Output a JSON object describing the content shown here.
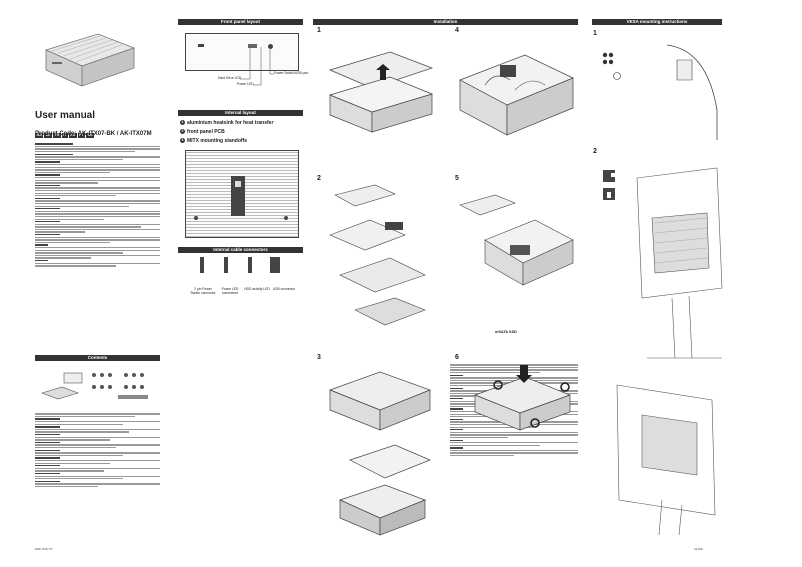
{
  "manual": {
    "title": "User manual",
    "languages": [
      "GB",
      "DE",
      "FR",
      "IT",
      "ES",
      "PT",
      "CN"
    ],
    "product_code": "Product Code: AK-ITX07-BK / AK-ITX07M"
  },
  "sections": {
    "front_panel": "Front panel layout",
    "internal": "Internal layout",
    "cable": "Internal cable connectors",
    "contents": "Contents",
    "installation": "Installation",
    "vesa": "VESA mounting instructions"
  },
  "front_panel_labels": {
    "hdd": "Hard Drive LED",
    "power_led": "Power LED",
    "power_switch": "Power Switch/USB port"
  },
  "internal_items": [
    {
      "num": "1",
      "text": "aluminium heatsink for heat transfer"
    },
    {
      "num": "2",
      "text": "front panel PCB"
    },
    {
      "num": "3",
      "text": "MITX mounting standoffs"
    }
  ],
  "cable_labels": [
    "2 pin Power Switch connector",
    "Power LED connectors",
    "HDD activity LED",
    "USB connector"
  ],
  "install_steps": [
    "1",
    "2",
    "3",
    "4",
    "5",
    "6"
  ],
  "vesa_steps": [
    "1",
    "2"
  ],
  "msata_label": "mSATA SSD",
  "footer": {
    "left": "P/AK-ITX07-T7",
    "right": "A4 20G"
  }
}
